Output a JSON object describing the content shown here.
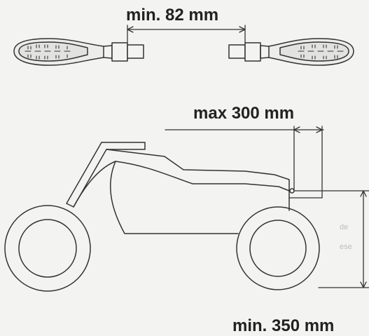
{
  "dimensions": {
    "indicator_spacing_label": "min. 82 mm",
    "rear_offset_label": "max 300 mm",
    "height_label": "min. 350 mm"
  },
  "colors": {
    "background": "#f3f3f1",
    "line": "#333333",
    "text": "#222222"
  }
}
